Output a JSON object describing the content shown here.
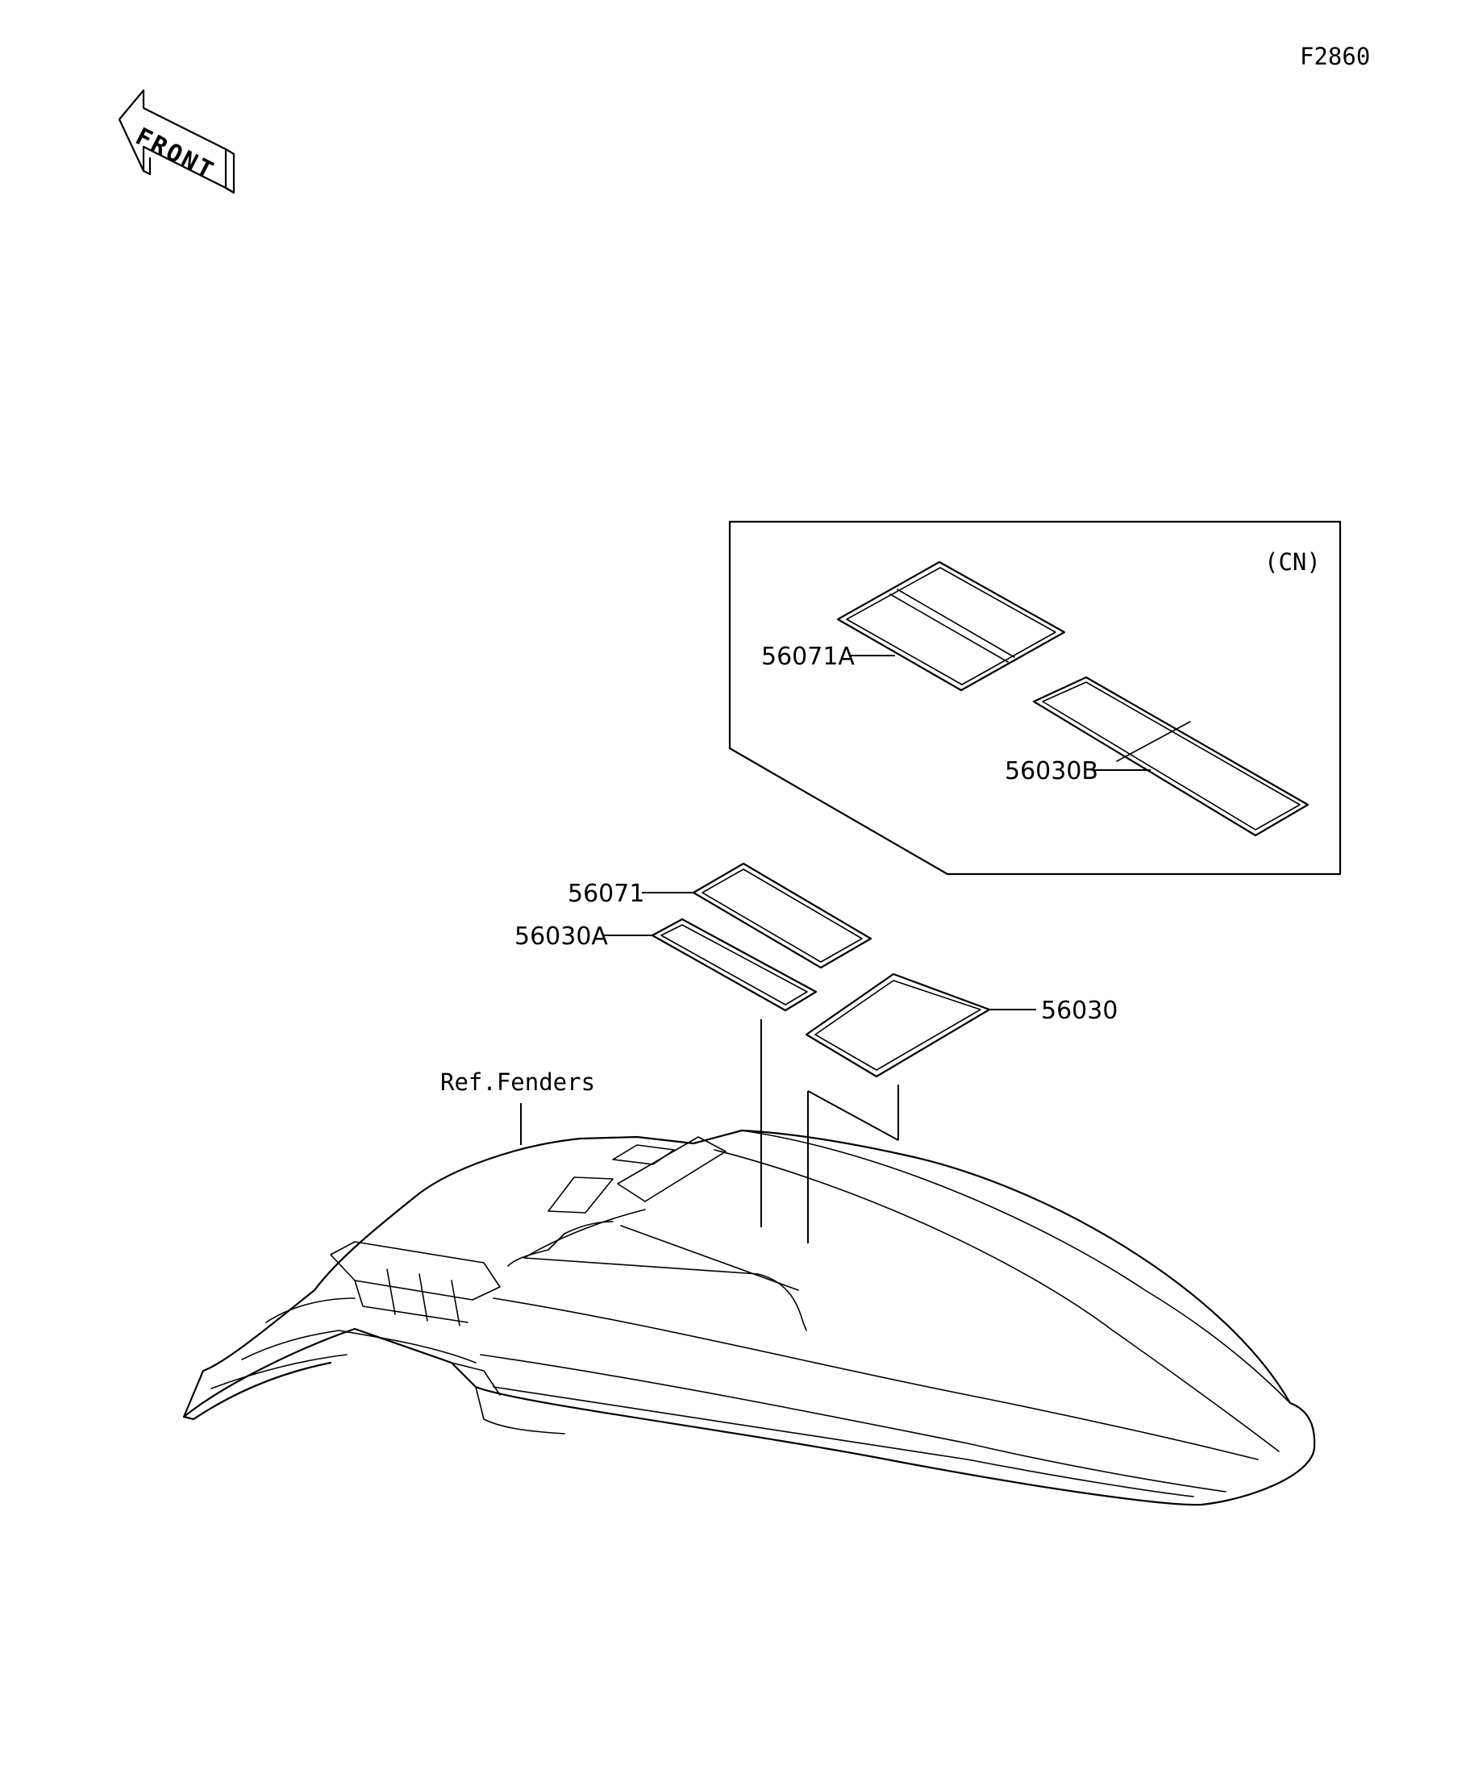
{
  "figure_code": "F2860",
  "front_label": "FRONT",
  "region_label": "(CN)",
  "reference_label": "Ref.Fenders",
  "parts": [
    {
      "id": "p-56071A",
      "label": "56071A"
    },
    {
      "id": "p-56030B",
      "label": "56030B"
    },
    {
      "id": "p-56071",
      "label": "56071"
    },
    {
      "id": "p-56030A",
      "label": "56030A"
    },
    {
      "id": "p-56030",
      "label": "56030"
    }
  ]
}
